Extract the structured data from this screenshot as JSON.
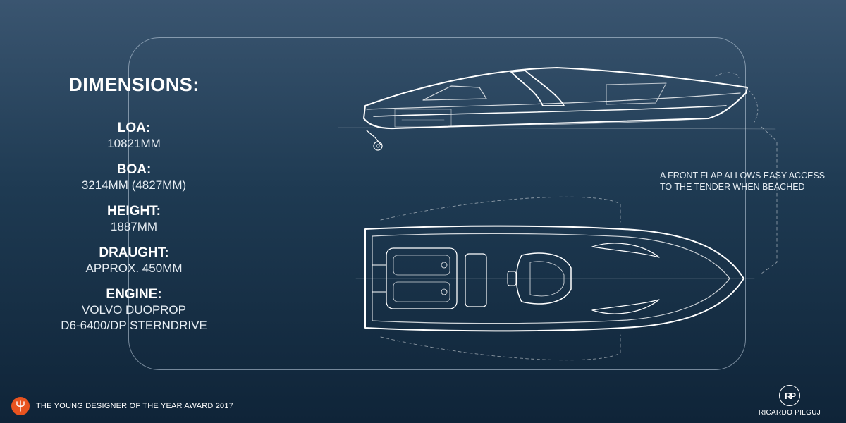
{
  "specs": {
    "title": "DIMENSIONS:",
    "items": [
      {
        "label": "LOA:",
        "value": "10821MM"
      },
      {
        "label": "BOA:",
        "value": "3214MM (4827MM)"
      },
      {
        "label": "HEIGHT:",
        "value": "1887MM"
      },
      {
        "label": "DRAUGHT:",
        "value": "APPROX. 450MM"
      },
      {
        "label": "ENGINE:",
        "value": "VOLVO DUOPROP",
        "value2": "D6-6400/DP STERNDRIVE"
      }
    ]
  },
  "annotation": {
    "line1": "A FRONT FLAP ALLOWS EASY ACCESS",
    "line2": "TO THE TENDER WHEN BEACHED"
  },
  "footer": {
    "award": "THE YOUNG DESIGNER OF THE YEAR AWARD 2017",
    "award_icon": "trident-icon",
    "logo_text": "RP",
    "designer": "RICARDO PILGUJ"
  },
  "colors": {
    "accent": "#e8531f",
    "line": "#ffffff"
  }
}
